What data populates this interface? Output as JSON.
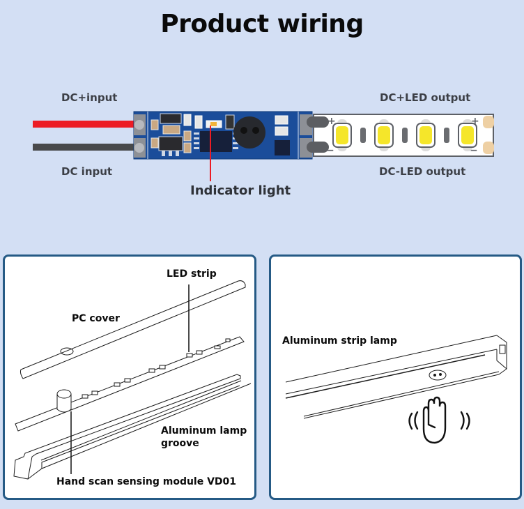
{
  "title": "Product wiring",
  "wiring": {
    "dc_plus_input": "DC+input",
    "dc_input": "DC input",
    "indicator_light": "Indicator light",
    "dc_plus_led_output": "DC+LED output",
    "dc_minus_led_output": "DC-LED output",
    "strip_plus": "+",
    "strip_minus": "−",
    "wire_colors": {
      "positive": "#ec1c24",
      "negative": "#48494b"
    },
    "led_count": 4
  },
  "panel_left": {
    "led_strip": "LED strip",
    "pc_cover": "PC cover",
    "aluminum_groove_line1": "Aluminum lamp",
    "aluminum_groove_line2": "groove",
    "module": "Hand scan sensing module VD01"
  },
  "panel_right": {
    "aluminum_strip_lamp": "Aluminum strip lamp",
    "hand_icon": "hand-wave-icon"
  },
  "colors": {
    "background": "#d3dff4",
    "panel_border": "#255a85",
    "pcb": "#1b4d9a",
    "led": "#f5e62a"
  }
}
